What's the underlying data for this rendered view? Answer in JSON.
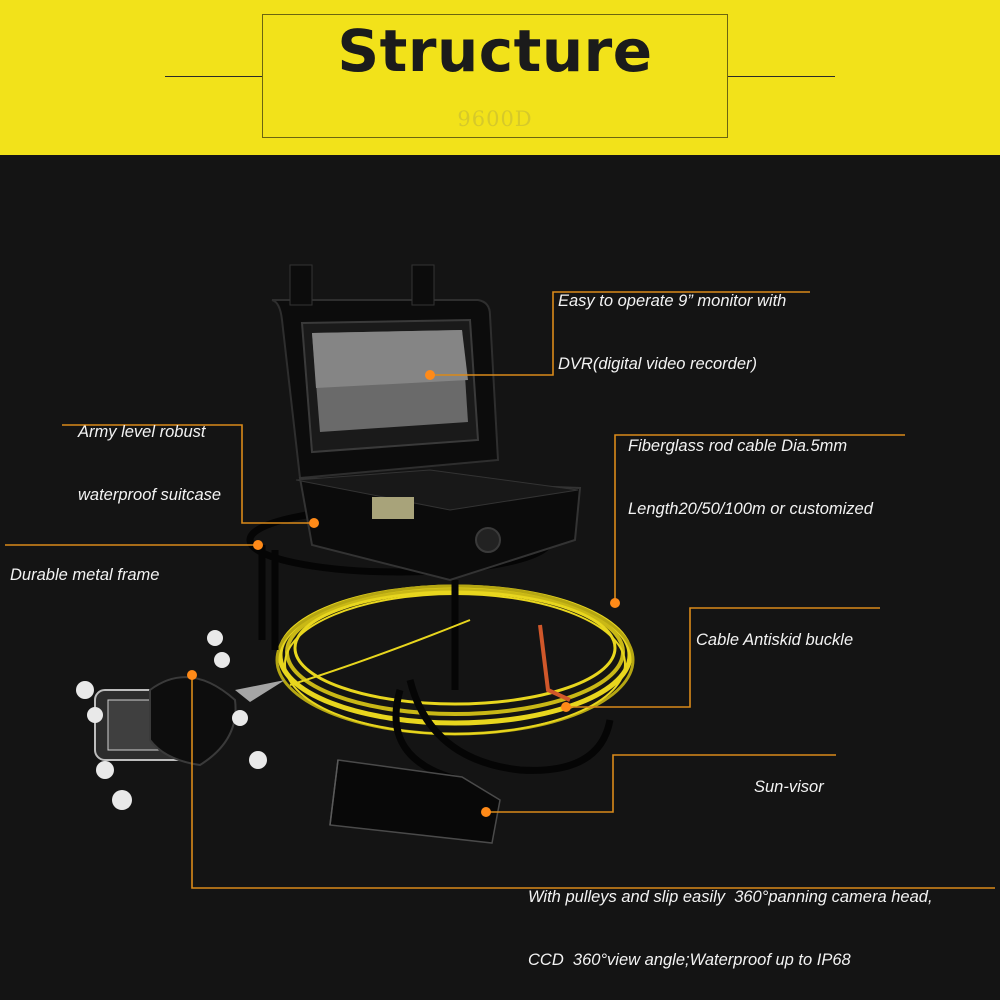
{
  "header": {
    "title": "Structure",
    "subtitle": "9600D"
  },
  "colors": {
    "banner": "#f2e21a",
    "background": "#141414",
    "leader_line": "#d98a1a",
    "cable": "#e8d61e"
  },
  "callouts": {
    "monitor": {
      "line1": "Easy to operate 9” monitor with",
      "line2": "DVR(digital video recorder)"
    },
    "suitcase": {
      "line1": "Army level robust",
      "line2": "waterproof suitcase"
    },
    "frame": {
      "line1": "Durable metal frame"
    },
    "cable": {
      "line1": "Fiberglass rod cable Dia.5mm",
      "line2": "Length20/50/100m or customized"
    },
    "buckle": {
      "line1": "Cable Antiskid buckle"
    },
    "visor": {
      "line1": "Sun-visor"
    },
    "camera": {
      "line1": "With pulleys and slip easily  360°panning camera head,",
      "line2": "CCD  360°view angle;Waterproof up to IP68"
    }
  }
}
